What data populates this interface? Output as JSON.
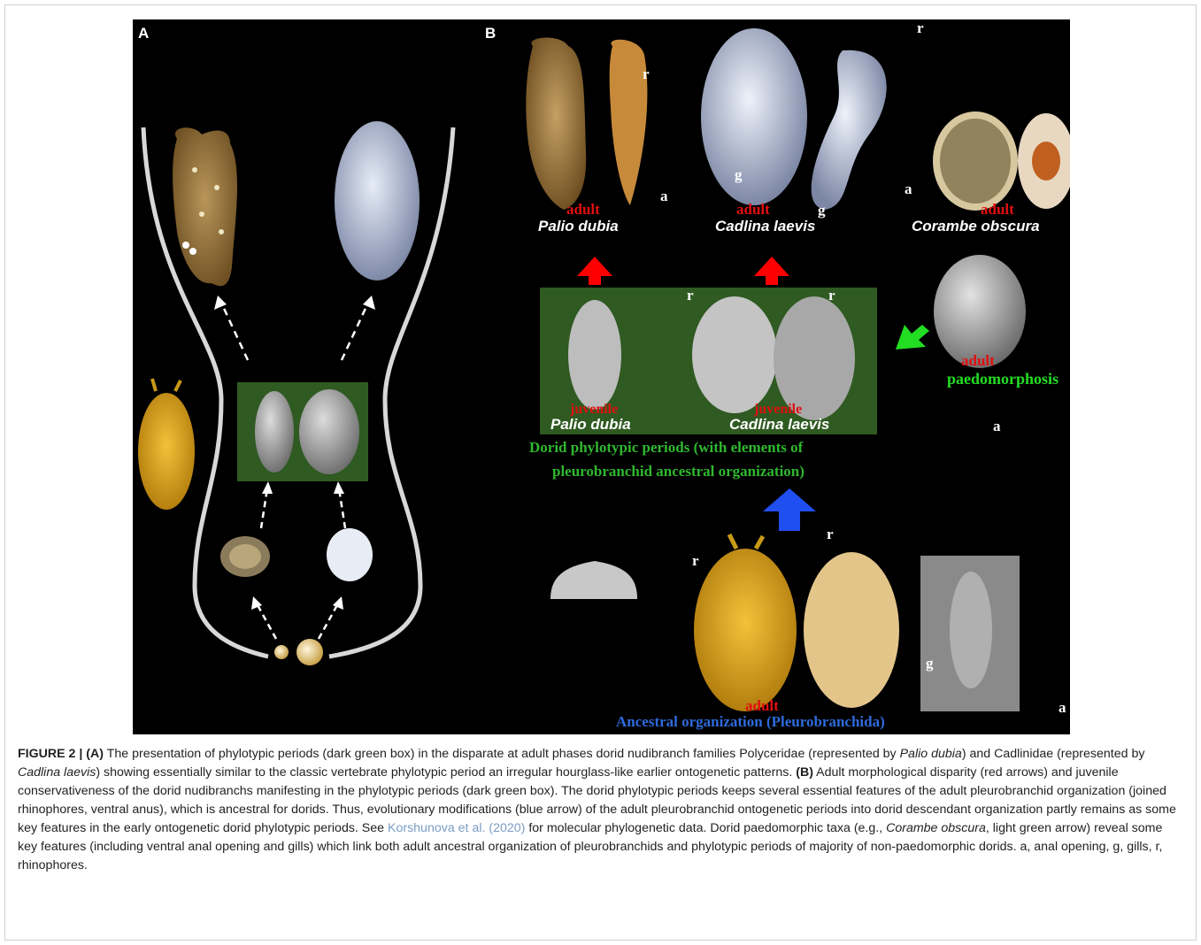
{
  "figure": {
    "panel_a_letter": "A",
    "panel_b_letter": "B",
    "labels": {
      "adult": "adult",
      "juvenile": "juvenile",
      "palio": "Palio dubia",
      "cadlina": "Cadlina laevis",
      "corambe": "Corambe obscura",
      "paedomorphosis": "paedomorphosis",
      "phylotypic_line1": "Dorid phylotypic periods (with elements of",
      "phylotypic_line2": "pleurobranchid ancestral organization)",
      "ancestral": "Ancestral organization (Pleurobranchida)",
      "r": "r",
      "a": "a",
      "g": "g"
    },
    "colors": {
      "red_arrow": "#ff0000",
      "green_arrow": "#22dd22",
      "blue_arrow": "#1f4ff0",
      "dark_green_box": "#2f5a22",
      "label_green": "#2fb82f",
      "label_blue": "#2e6bdc"
    }
  },
  "caption": {
    "fig_label": "FIGURE 2 |",
    "part_a": "(A)",
    "t1": " The presentation of phylotypic periods (dark green box) in the disparate at adult phases dorid nudibranch families Polyceridae (represented by ",
    "i1": "Palio dubia",
    "t2": ") and Cadlinidae (represented by ",
    "i2": "Cadlina laevis",
    "t3": ") showing essentially similar to the classic vertebrate phylotypic period an irregular hourglass-like earlier ontogenetic patterns. ",
    "part_b": "(B)",
    "t4": " Adult morphological disparity (red arrows) and juvenile conservativeness of the dorid nudibranchs manifesting in the phylotypic periods (dark green box). The dorid phylotypic periods keeps several essential features of the adult pleurobranchid organization (joined rhinophores, ventral anus), which is ancestral for dorids. Thus, evolutionary modifications (blue arrow) of the adult pleurobranchid ontogenetic periods into dorid descendant organization partly remains as some key features in the early ontogenetic dorid phylotypic periods. See ",
    "link": "Korshunova et al. (2020)",
    "t5": " for molecular phylogenetic data. Dorid paedomorphic taxa (e.g., ",
    "i3": "Corambe obscura",
    "t6": ", light green arrow) reveal some key features (including ventral anal opening and gills) which link both adult ancestral organization of pleurobranchids and phylotypic periods of majority of non-paedomorphic dorids. a, anal opening, g, gills, r, rhinophores."
  }
}
